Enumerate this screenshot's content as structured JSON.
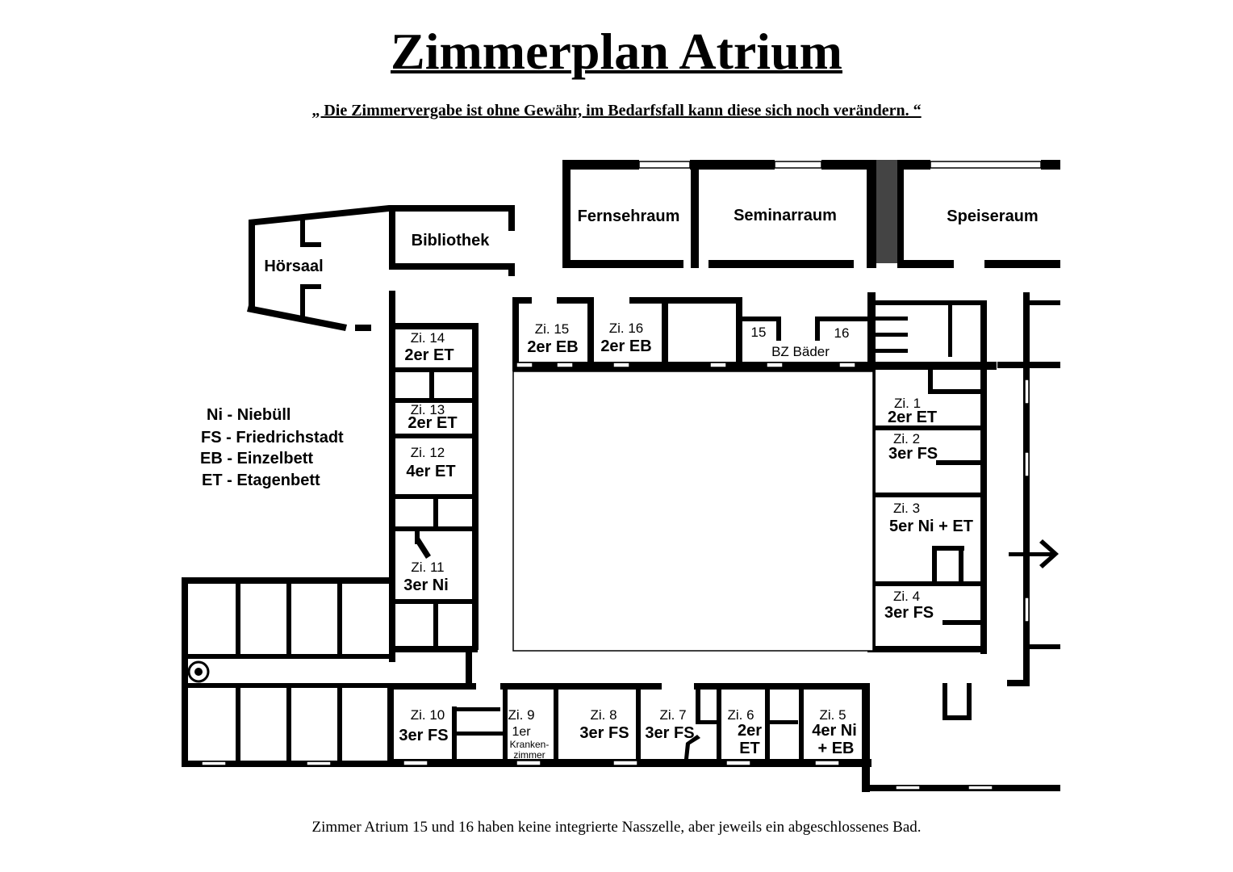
{
  "title": "Zimmerplan Atrium",
  "subtitle": "„ Die Zimmervergabe ist ohne Gewähr, im Bedarfsfall kann diese sich noch verändern. “",
  "footer": "Zimmer Atrium 15 und 16 haben keine integrierte Nasszelle, aber jeweils ein abgeschlossenes Bad.",
  "legend": [
    "Ni - Niebüll",
    "FS - Friedrichstadt",
    "EB - Einzelbett",
    "ET - Etagenbett"
  ],
  "areas": {
    "hoersaal": "Hörsaal",
    "bibliothek": "Bibliothek",
    "fernsehraum": "Fernsehraum",
    "seminarraum": "Seminarraum",
    "speiseraum": "Speiseraum",
    "bz_baeder": "BZ Bäder",
    "bad_15": "15",
    "bad_16": "16"
  },
  "rooms": [
    {
      "id": "zi14",
      "num": "Zi. 14",
      "info": "2er ET"
    },
    {
      "id": "zi13",
      "num": "Zi. 13",
      "info": "2er ET"
    },
    {
      "id": "zi12",
      "num": "Zi. 12",
      "info": "4er ET"
    },
    {
      "id": "zi11",
      "num": "Zi. 11",
      "info": "3er Ni"
    },
    {
      "id": "zi15",
      "num": "Zi. 15",
      "info": "2er EB"
    },
    {
      "id": "zi16",
      "num": "Zi. 16",
      "info": "2er EB"
    },
    {
      "id": "zi1",
      "num": "Zi. 1",
      "info": "2er ET"
    },
    {
      "id": "zi2",
      "num": "Zi. 2",
      "info": "3er FS"
    },
    {
      "id": "zi3",
      "num": "Zi. 3",
      "info": "5er Ni + ET"
    },
    {
      "id": "zi4",
      "num": "Zi. 4",
      "info": "3er FS"
    },
    {
      "id": "zi10",
      "num": "Zi. 10",
      "info": "3er FS"
    },
    {
      "id": "zi9",
      "num": "Zi. 9",
      "info": "1er",
      "info2": "Kranken-",
      "info3": "zimmer"
    },
    {
      "id": "zi8",
      "num": "Zi. 8",
      "info": "3er FS"
    },
    {
      "id": "zi7",
      "num": "Zi. 7",
      "info": "3er FS"
    },
    {
      "id": "zi6",
      "num": "Zi. 6",
      "info": "2er",
      "info2": "ET"
    },
    {
      "id": "zi5",
      "num": "Zi. 5",
      "info": "4er Ni",
      "info2": "+ EB"
    }
  ]
}
